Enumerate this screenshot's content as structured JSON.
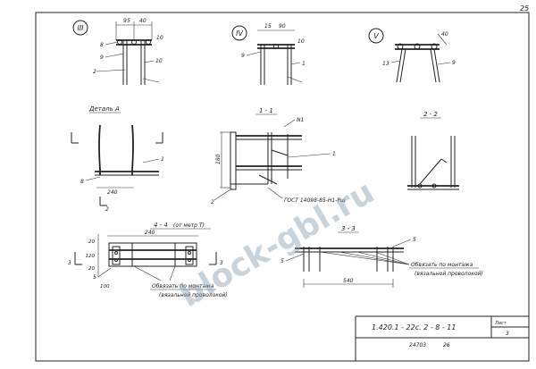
{
  "sheet": {
    "page_number": "25",
    "watermark": "block-gbl.ru",
    "title_block": {
      "designation": "1.420.1 - 22с. 2 - 8 - 11",
      "sheet_label": "Лист",
      "sheet_number": "3",
      "inventory": "24703",
      "sheet_no_bottom": "26"
    }
  },
  "nodes": [
    {
      "id": "III",
      "dims": [
        "95",
        "40",
        "10"
      ],
      "leaders": [
        "8",
        "9",
        "10",
        "2"
      ]
    },
    {
      "id": "IV",
      "dims": [
        "15",
        "90",
        "10"
      ],
      "leaders": [
        "9",
        "1"
      ]
    },
    {
      "id": "V",
      "dims": [
        "40"
      ],
      "leaders": [
        "13",
        "9"
      ]
    }
  ],
  "detail_a": {
    "title": "Деталь А",
    "dims": [
      "240",
      "2"
    ],
    "leaders": [
      "8",
      "1",
      "2"
    ]
  },
  "section_1_1": {
    "title": "1 - 1",
    "dims": [
      "180"
    ],
    "leaders": [
      "N1",
      "1",
      "2"
    ],
    "note": "ГОСТ 14098-85-Н1-Рш"
  },
  "section_2_2": {
    "title": "2 - 2"
  },
  "section_4_4": {
    "title": "4 - 4",
    "subtitle": "(от метр Т)",
    "dims": [
      "240",
      "20",
      "120",
      "20",
      "100"
    ],
    "leaders": [
      "5"
    ],
    "marks": [
      "3",
      "3"
    ],
    "note_1": "Обвязать по монтажа",
    "note_2": "(вязальной проволокой)"
  },
  "section_3_3": {
    "title": "3 - 3",
    "dims": [
      "540"
    ],
    "leaders": [
      "5",
      "5"
    ],
    "note_1": "Обвязать по монтажа",
    "note_2": "(вязальной проволокой)"
  }
}
